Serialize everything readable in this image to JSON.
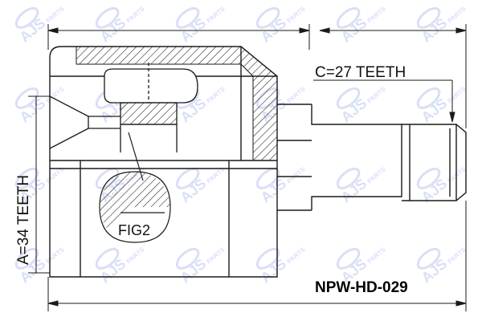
{
  "labels": {
    "teeth_c": "C=27 TEETH",
    "teeth_a": "A=34 TEETH",
    "fig": "FIG2"
  },
  "part_number": "NPW-HD-029",
  "watermark": {
    "text": "AJS",
    "subtext": "PARTS",
    "color": "#b9c8f0"
  },
  "colors": {
    "line": "#1a1a1a",
    "background": "#ffffff"
  }
}
